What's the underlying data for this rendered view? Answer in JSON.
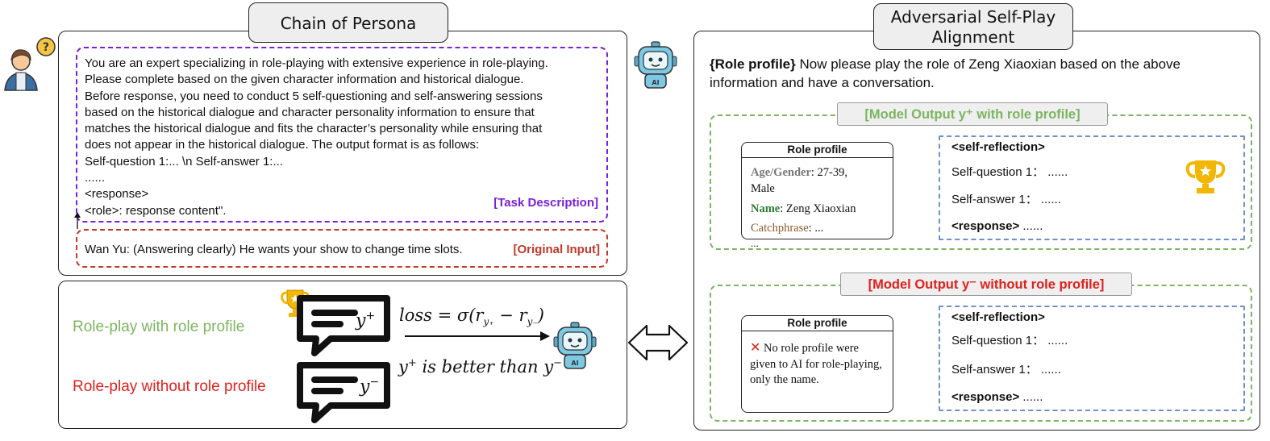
{
  "left": {
    "title": "Chain of Persona",
    "task_lines": [
      "You are an expert specializing in role-playing with extensive experience in role-playing.",
      "Please complete based on the given character information and historical dialogue.",
      "Before response, you need to conduct 5 self-questioning and self-answering sessions",
      "based on the historical dialogue and character personality information to ensure that",
      "matches the historical dialogue and fits the character’s personality while ensuring that",
      "does not appear in the historical dialogue. The output format is as follows:",
      "Self-question 1:... \\n Self-answer 1:...",
      "......",
      "<response>",
      "<role>: response content\"."
    ],
    "task_tag": "[Task Description]",
    "original_input": "Wan Yu: (Answering clearly) He wants your show to change time slots.",
    "original_tag": "[Original Input]",
    "role_with": "Role-play with role profile",
    "role_without": "Role-play without role profile",
    "y_plus": "y",
    "y_minus": "y",
    "loss_text": "loss = σ(r",
    "better_text": "is better than",
    "ai_label": "AI"
  },
  "right": {
    "title_line1": "Adversarial Self-Play",
    "title_line2": "Alignment",
    "prompt_bold": "{Role profile}",
    "prompt_rest": " Now please play the role of Zeng Xiaoxian based on the above",
    "prompt_line2": "information and have a conversation.",
    "pos_title": "[Model Output y⁺ with role profile]",
    "neg_title": "[Model Output y⁻ without role profile]",
    "card_head": "Role profile",
    "age_label": "Age/Gender",
    "age_value": ":  27-39,",
    "age_value2": "Male",
    "name_label": "Name",
    "name_value": ": Zeng Xiaoxian",
    "catch_label": "Catchphrase",
    "catch_value": ": ...",
    "ellipsis": "...",
    "no_profile": "No role profile were given to AI for role-playing, only the name.",
    "cross": "✕",
    "self_reflection": "<self-reflection>",
    "sq": "Self-question 1： ......",
    "sa": "Self-answer 1： ......",
    "resp_tag": "<response>",
    "resp_dots": " ......"
  },
  "colors": {
    "purple": "#7b1fd6",
    "red": "#c0392b",
    "green": "#7cb560",
    "bright_red": "#e0201c",
    "blue_dash": "#6f8fc7",
    "trophy": "#f2b705",
    "robot": "#7ec8e3"
  }
}
